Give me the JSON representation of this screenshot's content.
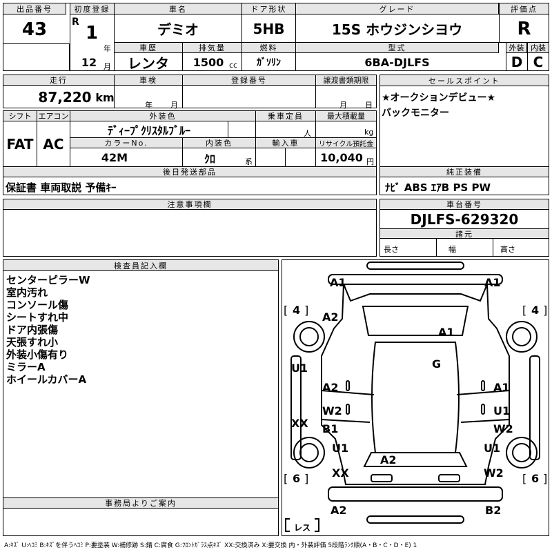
{
  "header": {
    "lot_label": "出品番号",
    "lot": "43",
    "first_reg_label": "初度登録",
    "era": "R",
    "year": "1",
    "year_unit": "年",
    "month": "12",
    "month_unit": "月",
    "car_name_label": "車名",
    "car_name": "デミオ",
    "door_label": "ドア形状",
    "door": "5HB",
    "grade_label": "グレード",
    "grade": "15S ホウジンシヨウ",
    "score_label": "評価点",
    "score": "R",
    "history_label": "車歴",
    "history": "レンタ",
    "displacement_label": "排気量",
    "displacement": "1500",
    "displacement_unit": "cc",
    "fuel_label": "燃料",
    "fuel": "ｶﾞｿﾘﾝ",
    "model_label": "型式",
    "model": "6BA-DJLFS",
    "ext_label": "外装",
    "ext": "D",
    "int_label": "内装",
    "int": "C"
  },
  "row2": {
    "mileage_label": "走行",
    "mileage": "87,220",
    "mileage_unit": "km",
    "inspection_label": "車検",
    "insp_year": "年",
    "insp_month": "月",
    "reg_no_label": "登録番号",
    "transfer_label": "譲渡書類期限",
    "tr_month": "月",
    "tr_day": "日",
    "sales_label": "セールスポイント",
    "sales_1": "★オークションデビュー★",
    "sales_2": "バックモニター"
  },
  "row3": {
    "shift_label": "シフト",
    "shift": "FAT",
    "ac_label": "エアコン",
    "ac": "AC",
    "color_label": "外装色",
    "color": "ﾃﾞｨｰﾌﾟｸﾘｽﾀﾙﾌﾞﾙｰ",
    "capacity_label": "乗車定員",
    "capacity_unit": "人",
    "load_label": "最大積載量",
    "load_unit": "kg",
    "color_no_label": "カラーNo.",
    "color_no": "42M",
    "int_color_label": "内装色",
    "int_color": "ｸﾛ",
    "int_color_unit": "系",
    "import_label": "輸入車",
    "recycle_label": "リサイクル預託金",
    "recycle": "10,040",
    "recycle_unit": "円"
  },
  "parts": {
    "label": "後日発送部品",
    "value": "保証書 車両取説 予備ｷｰ",
    "equip_label": "純正装備",
    "equip": "ﾅﾋﾞ ABS ｴｱB PS PW"
  },
  "notes": {
    "label": "注意事項欄"
  },
  "chassis": {
    "label": "車台番号",
    "value": "DJLFS-629320",
    "spec_label": "諸元",
    "len": "長さ",
    "width": "幅",
    "height": "高さ"
  },
  "inspector": {
    "label": "検査員記入欄",
    "lines": [
      "センターピラーW",
      "室内汚れ",
      "コンソール傷",
      "シートすれ中",
      "ドア内張傷",
      "天張すれ小",
      "外装小傷有り",
      "ミラーA",
      "ホイールカバーA"
    ]
  },
  "office": {
    "label": "事務局よりご案内"
  },
  "diagram": {
    "tire_fl": "4",
    "tire_fr": "4",
    "tire_rl": "6",
    "tire_rr": "6",
    "spare": "レス",
    "marks": [
      "A1",
      "A1",
      "A2",
      "A1",
      "G",
      "U1",
      "A2",
      "A1",
      "W2",
      "U1",
      "XX",
      "B1",
      "W2",
      "U1",
      "U1",
      "A2",
      "XX",
      "W2",
      "A2",
      "B2"
    ]
  },
  "legend": "A:ｷｽﾞ U:ﾍｺﾐ B:ｷｽﾞを伴うﾍｺﾐ P:要塗装 W:補修跡 S:錆 C:腐食 G:ﾌﾛﾝﾄｶﾞﾗｽ点ｷｽﾞ XX:交換済み X:要交換 内・外装評価 5段階ﾗﾝｸ順(A・B・C・D・E) 1"
}
